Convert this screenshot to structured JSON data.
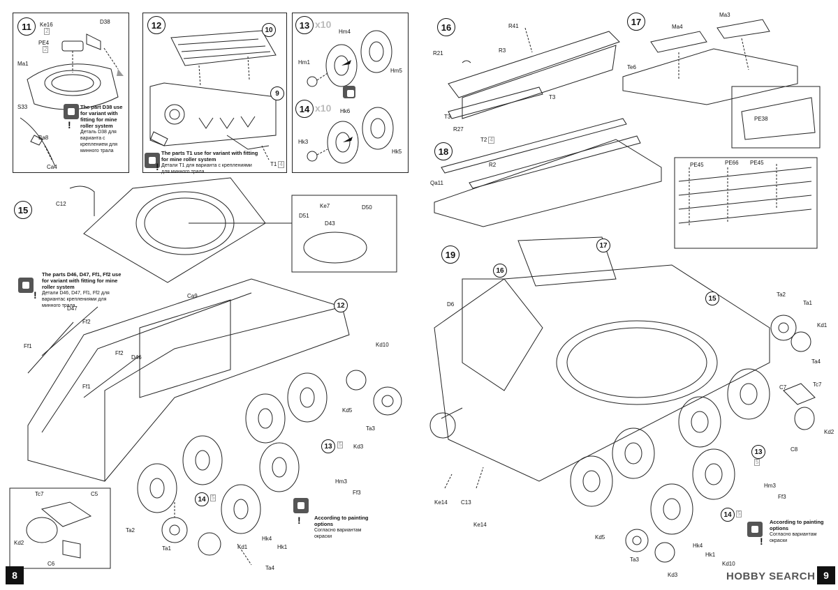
{
  "steps": {
    "s11": "11",
    "s12": "12",
    "s13": "13",
    "s14": "14",
    "s15": "15",
    "s16": "16",
    "s17": "17",
    "s18": "18",
    "s19": "19",
    "s13_qty": "x10",
    "s14_qty": "x10",
    "ref_10": "10",
    "ref_9": "9",
    "ref_12": "12",
    "ref_13": "13",
    "ref_14": "14",
    "ref_16": "16",
    "ref_17": "17",
    "ref_15": "15",
    "ref_13b": "13",
    "ref_14b": "14"
  },
  "parts": {
    "Ke16": "Ke16",
    "D38": "D38",
    "PE4": "PE4",
    "Ma1": "Ma1",
    "S33": "S33",
    "Ba8": "Ba8",
    "Ca4": "Ca4",
    "T1": "T1",
    "Hm4": "Hm4",
    "Hm1": "Hm1",
    "Hm5": "Hm5",
    "Hk6": "Hk6",
    "Hk3": "Hk3",
    "Hk5": "Hk5",
    "C12": "C12",
    "Ke7": "Ke7",
    "D50": "D50",
    "D51": "D51",
    "D43": "D43",
    "Ca9": "Ca9",
    "D47": "D47",
    "Ff2": "Ff2",
    "Ff1": "Ff1",
    "D46": "D46",
    "Kd10": "Kd10",
    "Kd5": "Kd5",
    "Ta3": "Ta3",
    "Kd3": "Kd3",
    "Hm3": "Hm3",
    "Ff3": "Ff3",
    "Tc7": "Tc7",
    "C5": "C5",
    "Kd2": "Kd2",
    "C6": "C6",
    "Ta2": "Ta2",
    "Ta1": "Ta1",
    "Kd1": "Kd1",
    "Ta4": "Ta4",
    "Hk4": "Hk4",
    "Hk1": "Hk1",
    "R41": "R41",
    "R3": "R3",
    "R21": "R21",
    "T3": "T3",
    "R27": "R27",
    "Ma4": "Ma4",
    "Ma3": "Ma3",
    "Te6": "Te6",
    "PE38": "PE38",
    "T2": "T2",
    "R2": "R2",
    "Qa11": "Qa11",
    "PE45": "PE45",
    "PE66": "PE66",
    "D6": "D6",
    "C7": "C7",
    "C8": "C8",
    "Ke14": "Ke14",
    "C13": "C13",
    "Kd5b": "Kd5"
  },
  "qty": {
    "PE4": "2",
    "Ke16": "2",
    "T1": "4",
    "T2": "4",
    "r13": "5",
    "r14": "5",
    "r13b": "5",
    "r14b": "5"
  },
  "notes": {
    "d38_en": "The part D38 use for variant  with fitting for mine roller system",
    "d38_ru": "Деталь D38 для варианта с креплением для минного трала",
    "t1_en": "The parts T1 use for variant with fitting for mine roller system",
    "t1_ru": "Детали T1 для варианта с креплениями для минного трала",
    "d46_en": "The parts D46, D47, Ff1, Ff2 use for variant with fitting for mine roller system",
    "d46_ru": "Детали D46, D47, Ff1, Ff2 для вариантас креплениями для минного трала",
    "paint_en": "According to painting options",
    "paint_ru": "Согласно вариантам окраски"
  },
  "page_numbers": {
    "left": "8",
    "right": "9"
  },
  "watermark": "HOBBY SEARCH",
  "colors": {
    "ink": "#111111",
    "panel_border": "#222222",
    "qty_gray": "#999999",
    "watermark": "#c8102e"
  }
}
